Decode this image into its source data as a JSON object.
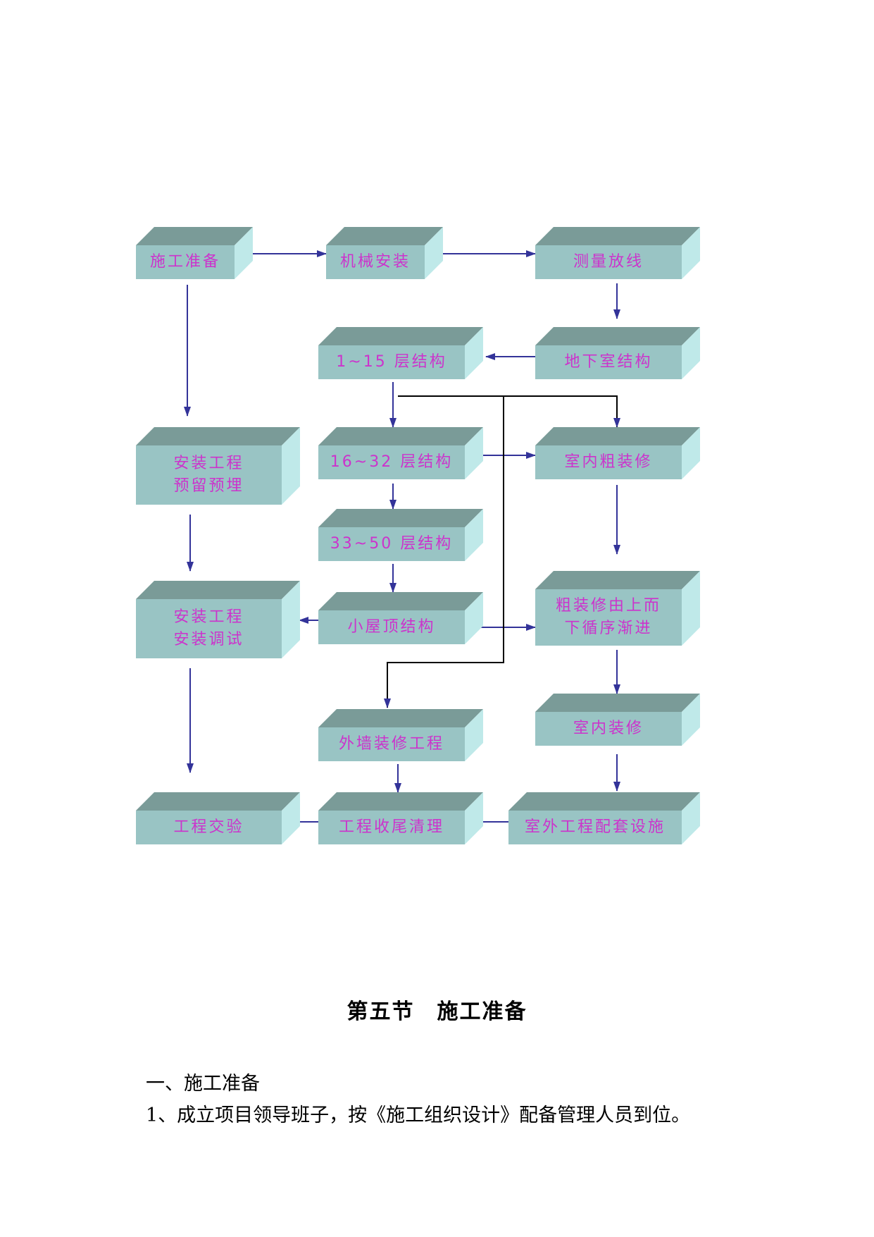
{
  "flowchart": {
    "colors": {
      "box_front": "#99c4c4",
      "box_top": "#7a9b98",
      "box_side": "#bfe9e9",
      "text": "#cc33cc",
      "arrow": "#333399",
      "line": "#000000"
    },
    "nodes": [
      {
        "id": "prep",
        "lines": [
          "施工准备"
        ]
      },
      {
        "id": "machine",
        "lines": [
          "机械安装"
        ]
      },
      {
        "id": "survey",
        "lines": [
          "测量放线"
        ]
      },
      {
        "id": "f1_15",
        "lines": [
          "1~15 层结构"
        ]
      },
      {
        "id": "basement",
        "lines": [
          "地下室结构"
        ]
      },
      {
        "id": "install_reserve",
        "lines": [
          "安装工程",
          "预留预埋"
        ]
      },
      {
        "id": "f16_32",
        "lines": [
          "16~32 层结构"
        ]
      },
      {
        "id": "rough_fit",
        "lines": [
          "室内粗装修"
        ]
      },
      {
        "id": "f33_50",
        "lines": [
          "33~50 层结构"
        ]
      },
      {
        "id": "install_debug",
        "lines": [
          "安装工程",
          "安装调试"
        ]
      },
      {
        "id": "roof",
        "lines": [
          "小屋顶结构"
        ]
      },
      {
        "id": "rough_seq",
        "lines": [
          "粗装修由上而",
          "下循序渐进"
        ]
      },
      {
        "id": "exterior_wall",
        "lines": [
          "外墙装修工程"
        ]
      },
      {
        "id": "interior",
        "lines": [
          "室内装修"
        ]
      },
      {
        "id": "handover",
        "lines": [
          "工程交验"
        ]
      },
      {
        "id": "cleanup",
        "lines": [
          "工程收尾清理"
        ]
      },
      {
        "id": "outdoor",
        "lines": [
          "室外工程配套设施"
        ]
      }
    ]
  },
  "section_title": "第五节　施工准备",
  "paragraphs": [
    "一、施工准备",
    "1、成立项目领导班子，按《施工组织设计》配备管理人员到位。"
  ]
}
